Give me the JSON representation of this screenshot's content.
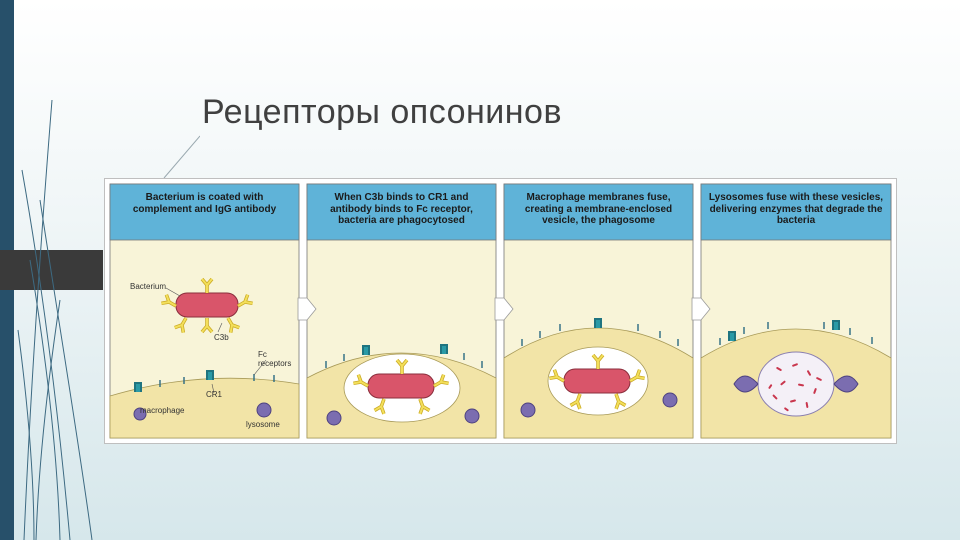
{
  "title": "Рецепторы опсонинов",
  "panels": [
    {
      "caption": "Bacterium is coated with complement and IgG antibody"
    },
    {
      "caption": "When C3b binds to CR1 and antibody binds to Fc receptor, bacteria are phagocytosed"
    },
    {
      "caption": "Macrophage membranes fuse, creating a membrane-enclosed vesicle, the phagosome"
    },
    {
      "caption": "Lysosomes fuse with these vesicles, delivering enzymes that degrade the bacteria"
    }
  ],
  "labels": {
    "bacterium": "Bacterium",
    "c3b": "C3b",
    "fc_receptors": "Fc receptors",
    "cr1": "CR1",
    "macrophage": "macrophage",
    "lysosome": "lysosome"
  },
  "colors": {
    "caption_bg": "#5fb3d8",
    "cell_bg": "#f7f1c9",
    "macrophage_fill": "#f3e4a6",
    "bacterium": "#d9556a",
    "lysosome": "#7b6db0",
    "receptor": "#2a8f9a",
    "antibody": "#f0d84a"
  }
}
